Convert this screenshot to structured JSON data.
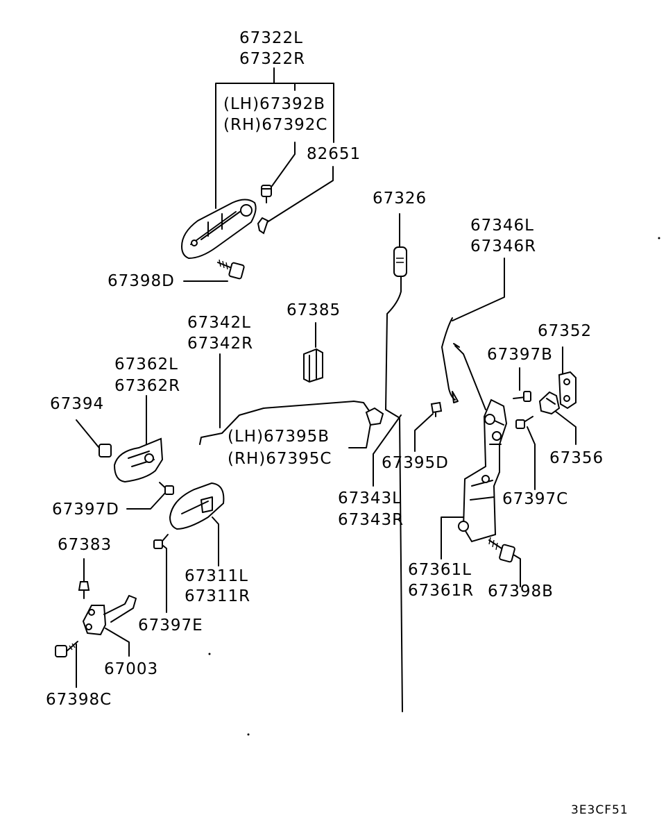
{
  "labels": {
    "p67322L": "67322L",
    "p67322R": "67322R",
    "p67392B": "(LH)67392B",
    "p67392C": "(RH)67392C",
    "p82651": "82651",
    "p67326": "67326",
    "p67346L": "67346L",
    "p67346R": "67346R",
    "p67398D": "67398D",
    "p67385": "67385",
    "p67342L": "67342L",
    "p67342R": "67342R",
    "p67352": "67352",
    "p67362L": "67362L",
    "p67362R": "67362R",
    "p67397B": "67397B",
    "p67394": "67394",
    "p67395B": "(LH)67395B",
    "p67395C": "(RH)67395C",
    "p67395D": "67395D",
    "p67356": "67356",
    "p67397D": "67397D",
    "p67343L": "67343L",
    "p67343R": "67343R",
    "p67397C": "67397C",
    "p67383": "67383",
    "p67311L": "67311L",
    "p67311R": "67311R",
    "p67361L": "67361L",
    "p67361R": "67361R",
    "p67398B": "67398B",
    "p67397E": "67397E",
    "p67003": "67003",
    "p67398C": "67398C",
    "diagramCode": "3E3CF51"
  }
}
